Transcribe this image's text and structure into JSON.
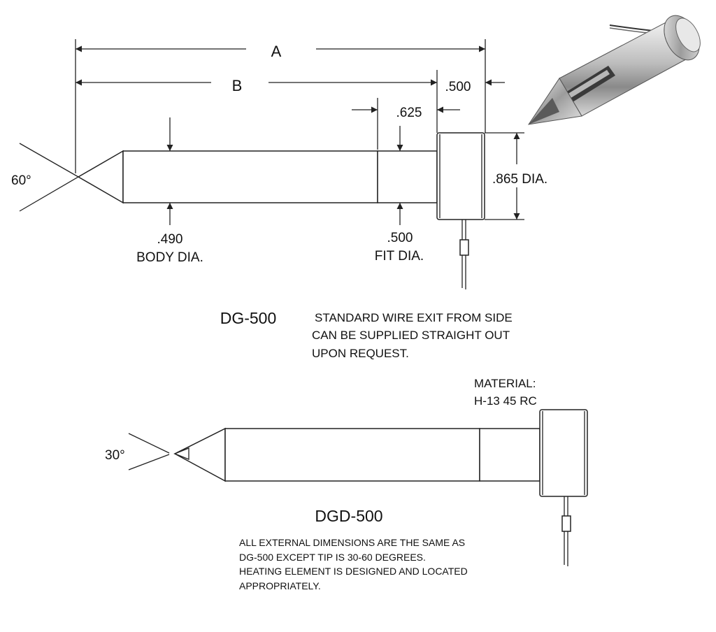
{
  "dg500": {
    "title": "DG-500",
    "dim_a": "A",
    "dim_b": "B",
    "dim_500_top": ".500",
    "dim_625": ".625",
    "dim_865": ".865 DIA.",
    "angle": "60°",
    "body_dia_value": ".490",
    "body_dia_label": "BODY DIA.",
    "fit_dia_value": ".500",
    "fit_dia_label": "FIT DIA.",
    "note": [
      "STANDARD WIRE EXIT FROM SIDE",
      "CAN BE SUPPLIED STRAIGHT OUT",
      "UPON REQUEST."
    ]
  },
  "material": {
    "label": "MATERIAL:",
    "value": "H-13  45 RC"
  },
  "dgd500": {
    "title": "DGD-500",
    "angle": "30°",
    "note": [
      "ALL EXTERNAL DIMENSIONS ARE THE SAME AS",
      "DG-500 EXCEPT TIP IS 30-60 DEGREES.",
      "HEATING ELEMENT IS DESIGNED AND LOCATED",
      "APPROPRIATELY."
    ]
  }
}
